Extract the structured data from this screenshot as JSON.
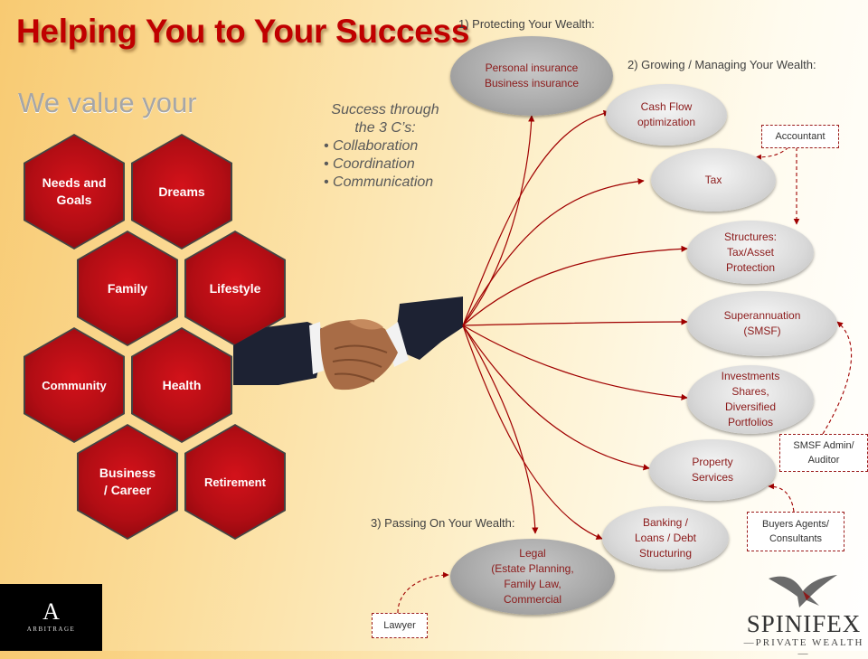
{
  "header": {
    "title": "Helping You to Your Success",
    "subtitle": "We value your"
  },
  "values": [
    {
      "label": "Needs and\nGoals"
    },
    {
      "label": "Dreams"
    },
    {
      "label": "Family"
    },
    {
      "label": "Lifestyle"
    },
    {
      "label": "Community"
    },
    {
      "label": "Health"
    },
    {
      "label": "Business\n/ Career"
    },
    {
      "label": "Retirement"
    }
  ],
  "tagline": {
    "intro": "Success through\nthe 3 C’s:",
    "items": [
      "Collaboration",
      "Coordination",
      "Communication"
    ]
  },
  "sections": {
    "protecting": "1) Protecting Your Wealth:",
    "growing": "2) Growing / Managing Your Wealth:",
    "passing": "3) Passing On Your Wealth:"
  },
  "services": {
    "insurance": "Personal insurance\nBusiness insurance",
    "cashflow": "Cash Flow\noptimization",
    "tax": "Tax",
    "structures": "Structures:\nTax/Asset\nProtection",
    "super": "Superannuation\n(SMSF)",
    "investments": "Investments\nShares,\nDiversified\nPortfolios",
    "property": "Property\nServices",
    "banking": "Banking /\nLoans / Debt\nStructuring",
    "legal": "Legal\n(Estate Planning,\nFamily Law,\nCommercial"
  },
  "advisors": {
    "accountant": "Accountant",
    "smsf_admin": "SMSF Admin/\nAuditor",
    "buyers_agents": "Buyers Agents/\nConsultants",
    "lawyer": "Lawyer"
  },
  "icons": {
    "hands": "handshake-icon",
    "bird": "eagle-icon"
  },
  "branding": {
    "left_logo_letter": "A",
    "left_logo_text": "ARBITRAGE",
    "right_logo_name": "SPINIFEX",
    "right_logo_tag": "—PRIVATE WEALTH—"
  },
  "colors": {
    "accent_red": "#c00000",
    "hex_red": "#b10d14",
    "connector": "#a00000"
  }
}
